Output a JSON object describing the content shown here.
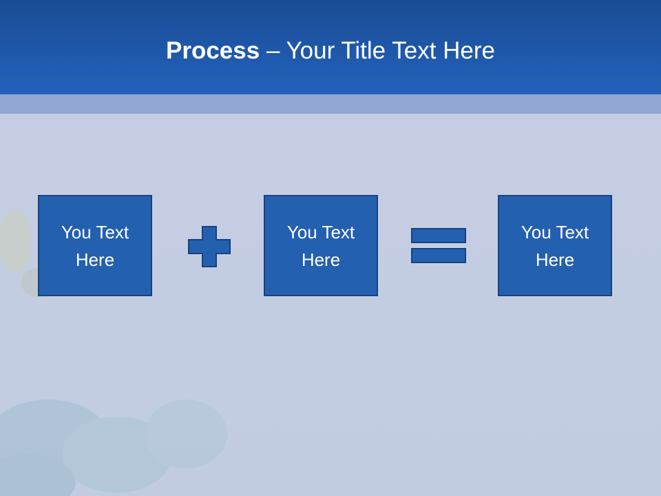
{
  "slide": {
    "title_bold": "Process",
    "title_rest": " – Your Title Text Here",
    "boxes": [
      {
        "text": "You Text Here"
      },
      {
        "text": "You Text Here"
      },
      {
        "text": "You Text Here"
      }
    ],
    "operators": [
      "plus-icon",
      "equals-icon"
    ],
    "colors": {
      "header": "#2362bb",
      "band": "#92a6d4",
      "background": "#c3cde2",
      "box_fill": "#2460b0",
      "box_border": "#17427d"
    }
  }
}
